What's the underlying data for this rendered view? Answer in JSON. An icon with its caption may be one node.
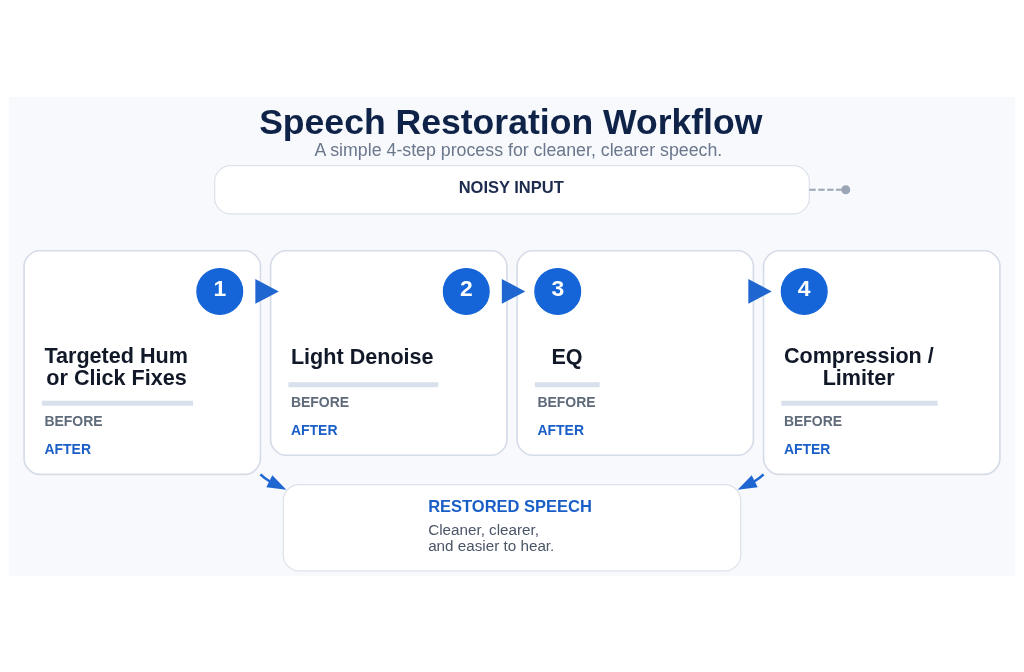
{
  "diagram": {
    "title": "Speech Restoration Workflow",
    "caption": "A simple 4-step process for cleaner, clearer speech.",
    "nodes": [
      {
        "text": [
          "NOISY INPUT"
        ]
      },
      {
        "text": [
          "Targeted Hum or Click Fixes",
          "BEFORE",
          "AFTER"
        ]
      },
      {
        "text": [
          "1"
        ],
        "in": 1
      },
      {
        "text": [
          "Light Denoise",
          "BEFORE",
          "AFTER"
        ]
      },
      {
        "text": [
          "2"
        ],
        "in": 3
      },
      {
        "text": [
          "EQ",
          "BEFORE",
          "AFTER"
        ]
      },
      {
        "text": [
          "3"
        ],
        "in": 5
      },
      {
        "text": [
          "Compression / Limiter",
          "BEFORE",
          "AFTER"
        ]
      },
      {
        "text": [
          "4"
        ],
        "in": 7
      },
      {
        "text": [
          "RESTORED SPEECH",
          "Cleaner, clearer, and easier to hear."
        ]
      }
    ],
    "edges": [
      {
        "from": 0,
        "to": null,
        "arrow": "other",
        "style": "dashed",
        "color": "#9aa5b5"
      },
      {
        "from": 1,
        "to": 3,
        "arrow": "to",
        "style": "thick"
      },
      {
        "from": 3,
        "to": 5,
        "arrow": "to",
        "style": "thick"
      },
      {
        "from": 5,
        "to": 7,
        "arrow": "to",
        "style": "thick"
      },
      {
        "from": 1,
        "to": 9,
        "arrow": "to"
      },
      {
        "from": 7,
        "to": 9,
        "arrow": "to"
      }
    ]
  }
}
